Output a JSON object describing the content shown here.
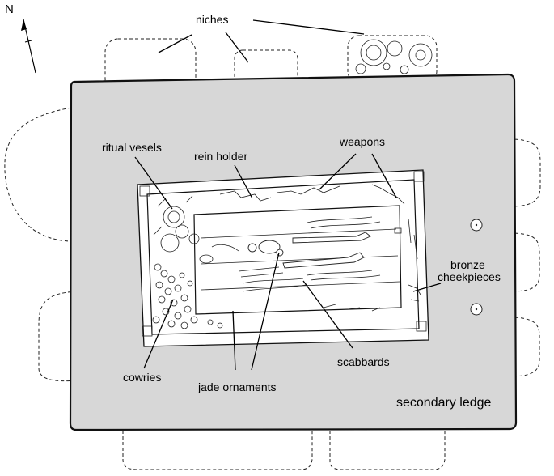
{
  "compass": {
    "label": "N"
  },
  "labels": {
    "niches": "niches",
    "ritual_vessels": "ritual vesels",
    "rein_holder": "rein holder",
    "weapons": "weapons",
    "bronze_cheekpieces_line1": "bronze",
    "bronze_cheekpieces_line2": "cheekpieces",
    "scabbards": "scabbards",
    "cowries": "cowries",
    "jade_ornaments": "jade ornaments",
    "secondary_ledge": "secondary ledge"
  },
  "colors": {
    "ledge_fill": "#d7d7d7",
    "outline": "#111111",
    "background": "#ffffff"
  }
}
